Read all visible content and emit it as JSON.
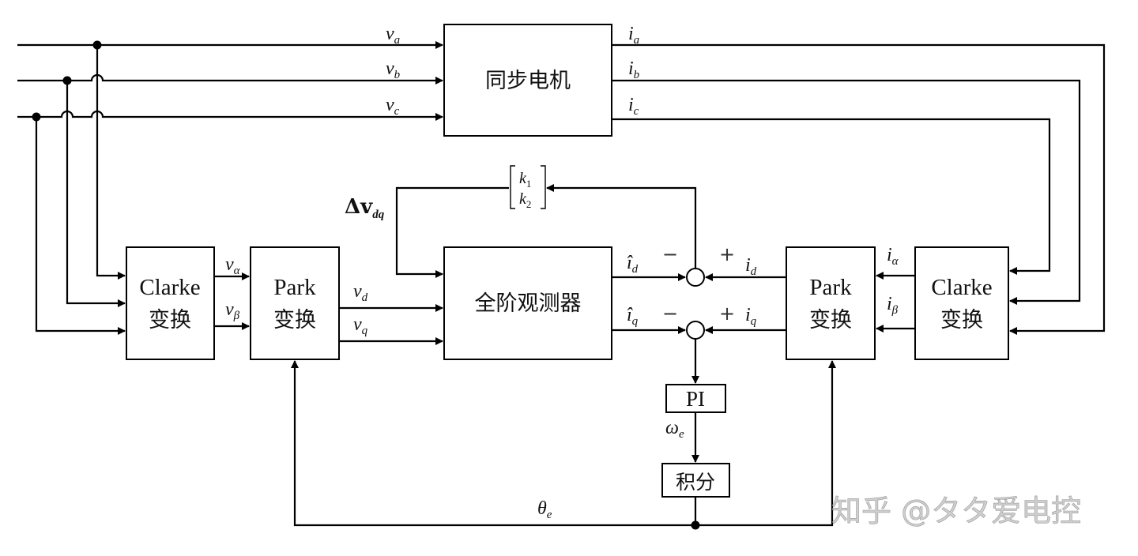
{
  "diagram": {
    "title": "Full-order observer based PMSM position estimation block diagram",
    "blocks": {
      "motor": "同步电机",
      "observer": "全阶观测器",
      "clarke_left": {
        "line1": "Clarke",
        "line2": "变换"
      },
      "park_left": {
        "line1": "Park",
        "line2": "变换"
      },
      "park_right": {
        "line1": "Park",
        "line2": "变换"
      },
      "clarke_right": {
        "line1": "Clarke",
        "line2": "变换"
      },
      "pi": "PI",
      "integrator": "积分",
      "gain": {
        "k1": "k",
        "k1_sub": "1",
        "k2": "k",
        "k2_sub": "2"
      }
    },
    "signals": {
      "va": {
        "base": "v",
        "sub": "a"
      },
      "vb": {
        "base": "v",
        "sub": "b"
      },
      "vc": {
        "base": "v",
        "sub": "c"
      },
      "ia": {
        "base": "i",
        "sub": "a"
      },
      "ib": {
        "base": "i",
        "sub": "b"
      },
      "ic": {
        "base": "i",
        "sub": "c"
      },
      "v_alpha": {
        "base": "v",
        "sub": "α"
      },
      "v_beta": {
        "base": "v",
        "sub": "β"
      },
      "vd": {
        "base": "v",
        "sub": "d"
      },
      "vq": {
        "base": "v",
        "sub": "q"
      },
      "i_alpha": {
        "base": "i",
        "sub": "α"
      },
      "i_beta": {
        "base": "i",
        "sub": "β"
      },
      "id": {
        "base": "i",
        "sub": "d"
      },
      "iq": {
        "base": "i",
        "sub": "q"
      },
      "id_hat": {
        "base": "î",
        "sub": "d"
      },
      "iq_hat": {
        "base": "î",
        "sub": "q"
      },
      "delta_v": {
        "base": "Δv",
        "sub": "dq"
      },
      "omega": {
        "base": "ω",
        "sub": "e"
      },
      "theta": {
        "base": "θ",
        "sub": "e"
      }
    },
    "signs": {
      "sum_d_minus": "−",
      "sum_d_plus": "+",
      "sum_q_minus": "−",
      "sum_q_plus": "+"
    },
    "watermark": "知乎 @タタ爱电控"
  }
}
